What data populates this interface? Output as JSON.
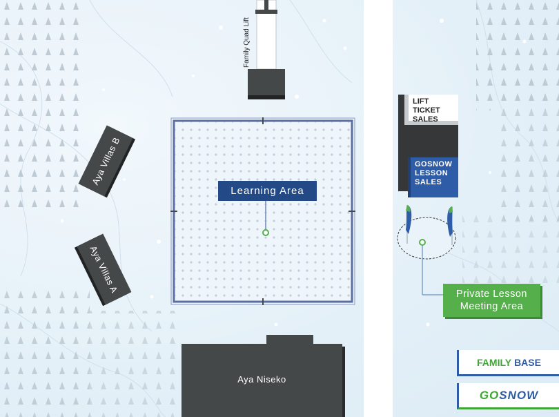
{
  "map": {
    "lift_label": "Family Quad Lift",
    "villa_b": "Aya Villas B",
    "villa_a": "Aya Villas A",
    "main_building": "Aya Niseko",
    "learning_area": "Learning Area",
    "lift_ticket_sales": [
      "LIFT TICKET",
      "SALES"
    ],
    "lesson_sales": [
      "GOSNOW",
      "LESSON",
      "SALES"
    ],
    "private_lesson": [
      "Private Lesson",
      "Meeting Area"
    ]
  },
  "legend": {
    "family_base": [
      "FAMILY",
      "BASE"
    ],
    "brand": [
      "GO",
      "SNOW"
    ]
  },
  "colors": {
    "building": "#454849",
    "lesson_blue": "#234a86",
    "brand_blue": "#2f5ca6",
    "meeting_green": "#55b04c",
    "snow": "#e4f0f8"
  },
  "icons": [
    "tree-icon",
    "flag-icon",
    "marker-icon"
  ]
}
